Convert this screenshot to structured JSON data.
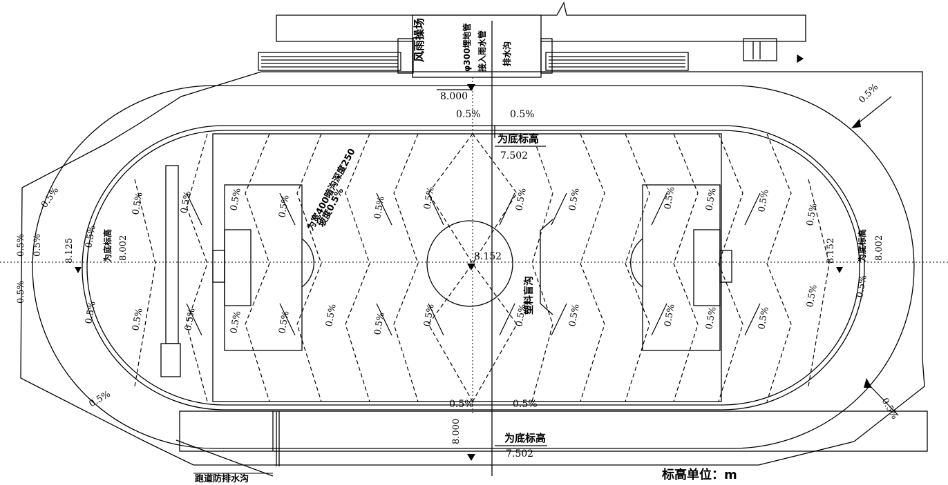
{
  "slope": "0.5%",
  "elevations": {
    "top_edge": "8.000",
    "bottom_edge": "8.000",
    "top_trench": "7.502",
    "bottom_trench": "7.502",
    "center": "8.152",
    "left_track": "8.125",
    "left_trench": "8.002",
    "right_track": "8.152",
    "right_trench": "8.002"
  },
  "labels": {
    "rain_stand": "风雨操场",
    "pipe": "φ300埋地管",
    "outfall": "接入雨水管",
    "drain_ditch": "排水沟",
    "trench_bottom": "为底标高",
    "trench_bottom_side": "为底标高",
    "field_drain_1": "为宽400暗沟深度250",
    "field_drain_2": "坡度0.5%",
    "blind_drain": "塑料盲沟",
    "track_drain": "跑道防排水沟",
    "unit_note": "标高单位：m"
  }
}
